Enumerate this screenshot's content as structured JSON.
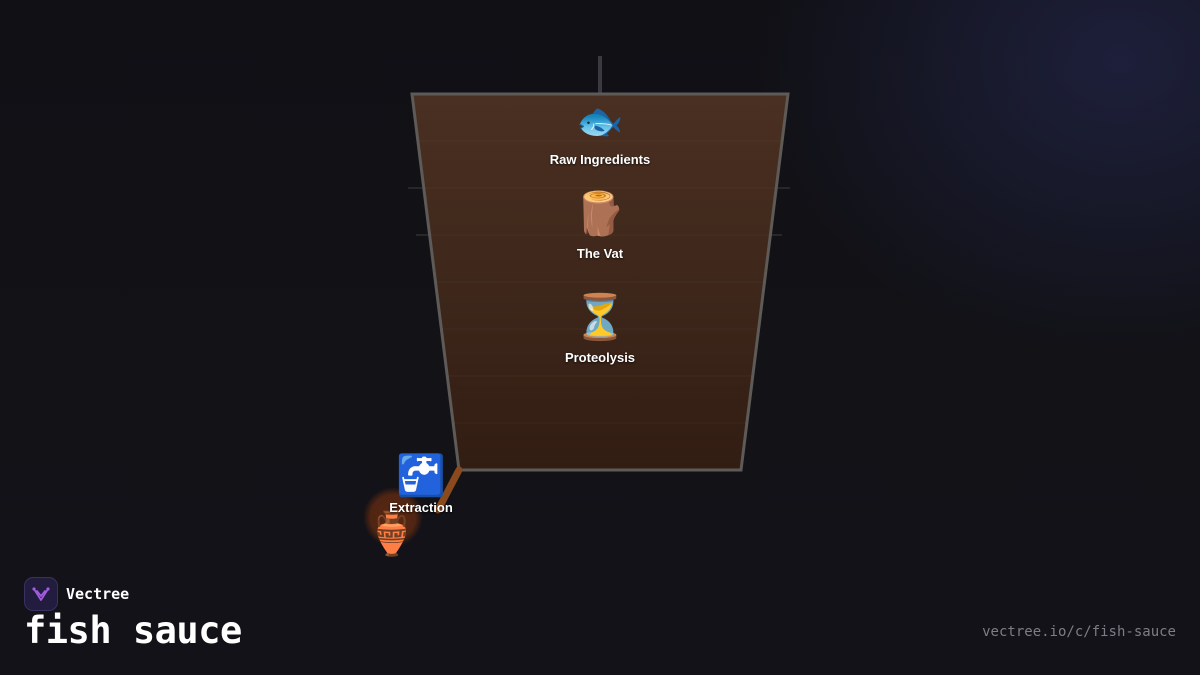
{
  "diagram": {
    "nodes": [
      {
        "id": "raw-ingredients",
        "label": "Raw Ingredients",
        "icon": "fish-icon",
        "glyph": "🐟"
      },
      {
        "id": "the-vat",
        "label": "The Vat",
        "icon": "wood-log-icon",
        "glyph": "🪵"
      },
      {
        "id": "proteolysis",
        "label": "Proteolysis",
        "icon": "hourglass-icon",
        "glyph": "⏳"
      },
      {
        "id": "extraction",
        "label": "Extraction",
        "icon": "potable-water-tap-icon",
        "glyph": "🚰"
      }
    ],
    "vessel": {
      "icon": "amphora-icon",
      "glyph": "🏺"
    }
  },
  "colors": {
    "vat_top": "#4a3022",
    "vat_bottom": "#321d13",
    "vat_border": "#5e5a58",
    "spout": "#8a4a1e",
    "jar_glow": "#5a2812",
    "brand_logo_bg": "#221c3e",
    "brand_logo_mark": "#a35ce0"
  },
  "brand": {
    "name": "Vectree",
    "icon": "vectree-logo-icon"
  },
  "page": {
    "title": "fish sauce",
    "url": "vectree.io/c/fish-sauce"
  }
}
